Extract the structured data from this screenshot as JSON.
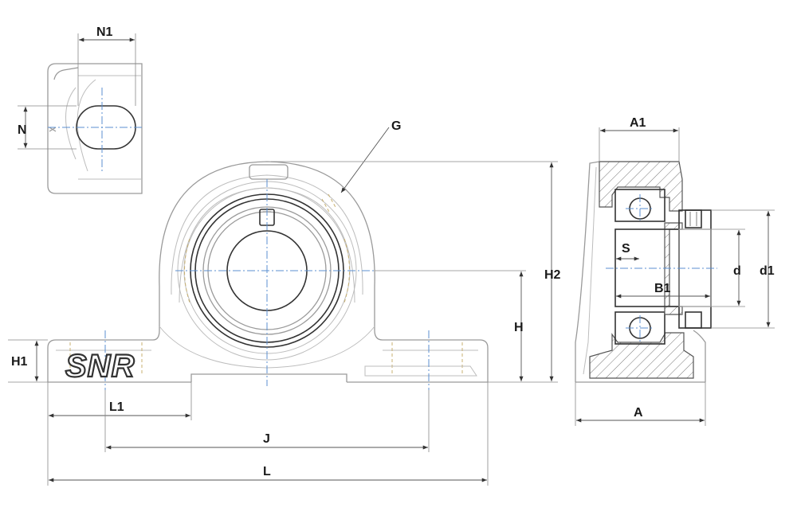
{
  "brand": {
    "logo_text": "SNR"
  },
  "dimensions": {
    "N1": "N1",
    "N": "N",
    "G": "G",
    "H2": "H2",
    "H": "H",
    "H1": "H1",
    "L1": "L1",
    "J": "J",
    "L": "L",
    "A1": "A1",
    "A": "A",
    "S": "S",
    "B1": "B1",
    "d": "d",
    "d1": "d1"
  },
  "colors": {
    "centerline": "#5b8fd0",
    "hidden_line": "#c8b070",
    "outline": "#9a9a9a",
    "section": "#555555"
  }
}
